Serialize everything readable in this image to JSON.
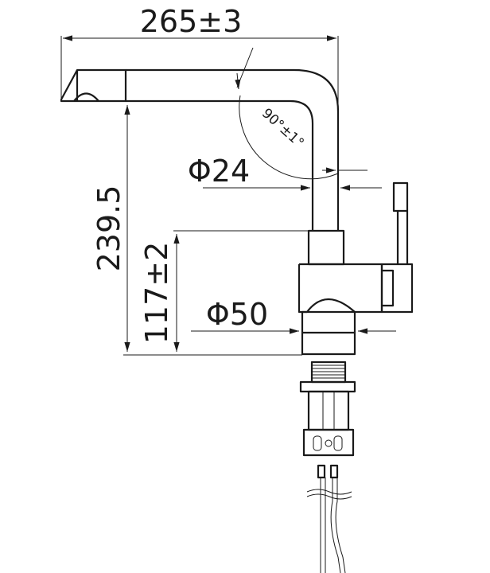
{
  "dimensions": {
    "overall_length": "265±3",
    "angle": "90°±1°",
    "spout_diameter": "Φ24",
    "overall_height": "239.5",
    "body_height": "117±2",
    "base_diameter": "Φ50"
  }
}
